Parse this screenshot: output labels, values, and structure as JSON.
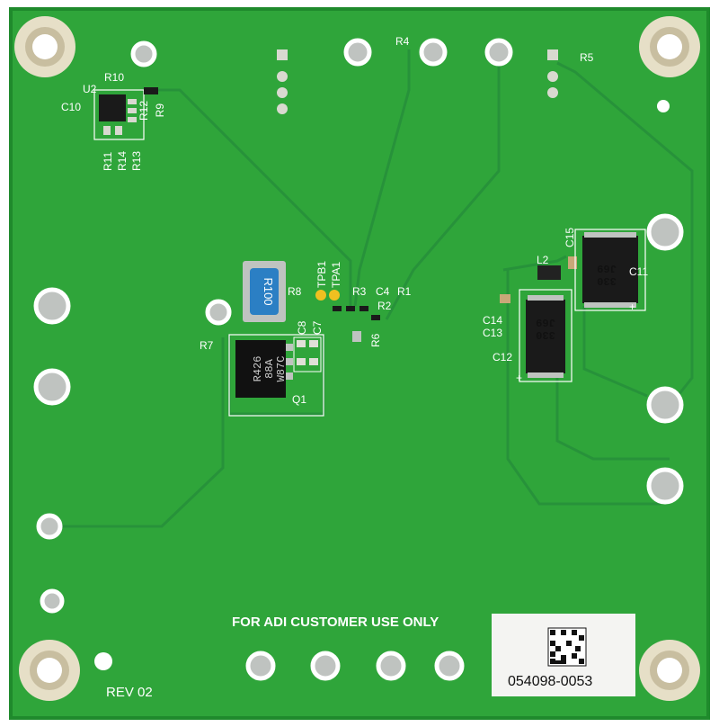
{
  "board": {
    "banner": "FOR ADI CUSTOMER USE ONLY",
    "revision": "REV 02",
    "serial_label": "054098-0053",
    "colors": {
      "pcb": "#2fa53a",
      "pcb_edge": "#1f8a2c",
      "trace": "#27923a",
      "silkscreen": "#ffffff",
      "hole_ring": "#e6dfc7"
    }
  },
  "refdes": {
    "u2": "U2",
    "r10": "R10",
    "c10": "C10",
    "r12": "R12",
    "r9": "R9",
    "r11": "R11",
    "r14": "R14",
    "r13": "R13",
    "r4": "R4",
    "r5": "R5",
    "r8": "R8",
    "r7": "R7",
    "q1": "Q1",
    "c8": "C8",
    "c7": "C7",
    "tpb1": "TPB1",
    "tpa1": "TPA1",
    "r3": "R3",
    "c4": "C4",
    "r1": "R1",
    "r2": "R2",
    "r6": "R6",
    "c15": "C15",
    "l2": "L2",
    "c11": "C11",
    "c14": "C14",
    "c13": "C13",
    "c12": "C12"
  },
  "component_markings": {
    "r8_value": "R100",
    "q1_line1": "R426",
    "q1_line2": "88A",
    "q1_line3": "W87C",
    "c11_line1": "J69",
    "c11_line2": "330",
    "c12_line1": "J69",
    "c12_line2": "330",
    "plus": "+"
  }
}
